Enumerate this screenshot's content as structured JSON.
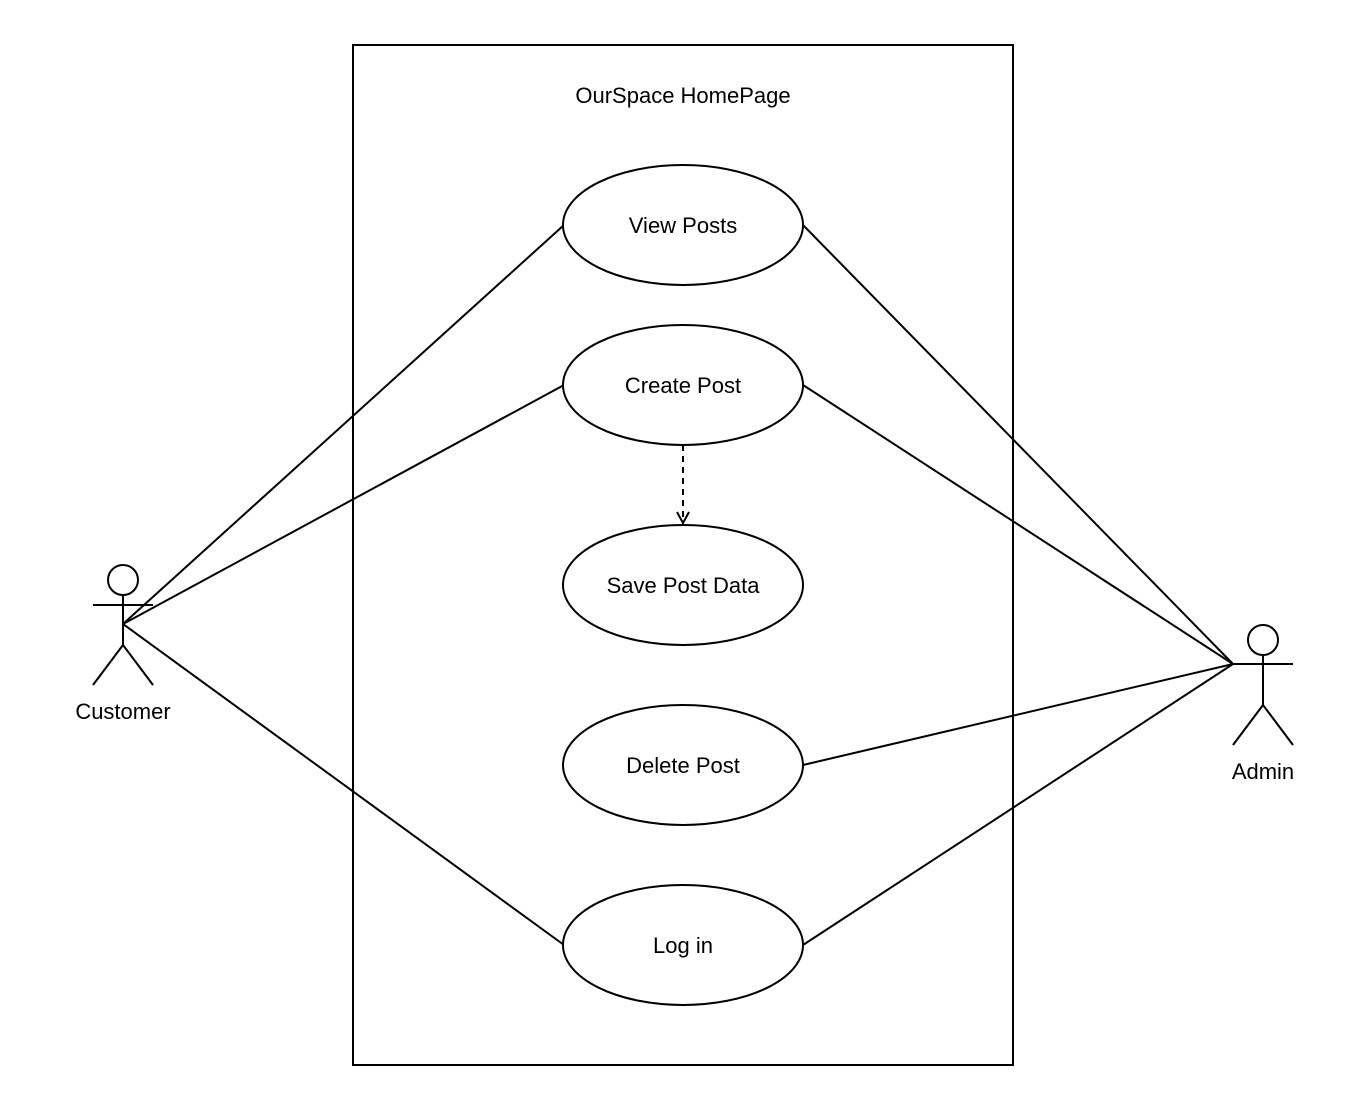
{
  "system": {
    "title": "OurSpace HomePage"
  },
  "use_cases": {
    "view_posts": "View Posts",
    "create_post": "Create Post",
    "save_post_data": "Save Post Data",
    "delete_post": "Delete Post",
    "log_in": "Log in"
  },
  "actors": {
    "customer": "Customer",
    "admin": "Admin"
  }
}
